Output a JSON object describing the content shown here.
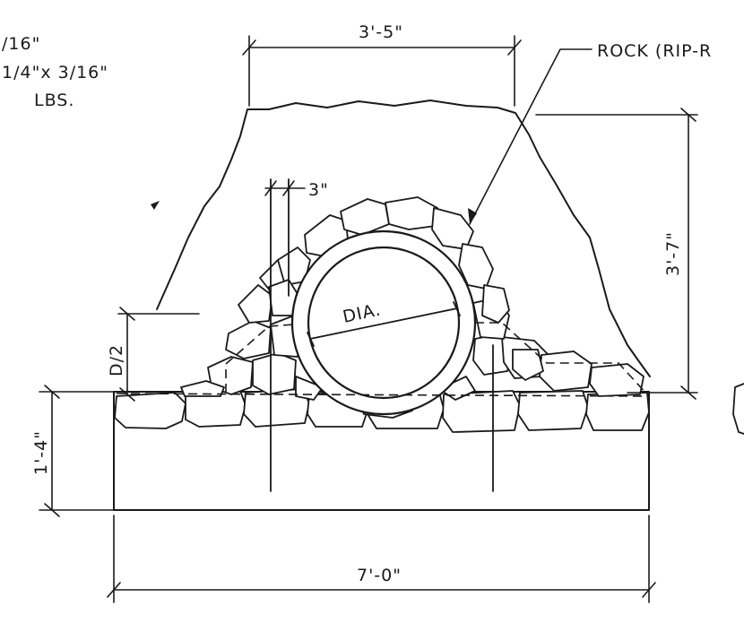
{
  "notes": {
    "line1": "/16\"",
    "line2": "1/4\"x 3/16\"",
    "line3": "LBS."
  },
  "labels": {
    "top_width": "3'-5\"",
    "rock_callout": "ROCK (RIP-R",
    "height": "3'-7\"",
    "offset": "3\"",
    "diameter": "DIA.",
    "half_diameter": "D/2",
    "base_depth": "1'-4\"",
    "base_width": "7'-0\""
  },
  "colors": {
    "ink": "#1a1a1a",
    "paper": "#ffffff"
  }
}
